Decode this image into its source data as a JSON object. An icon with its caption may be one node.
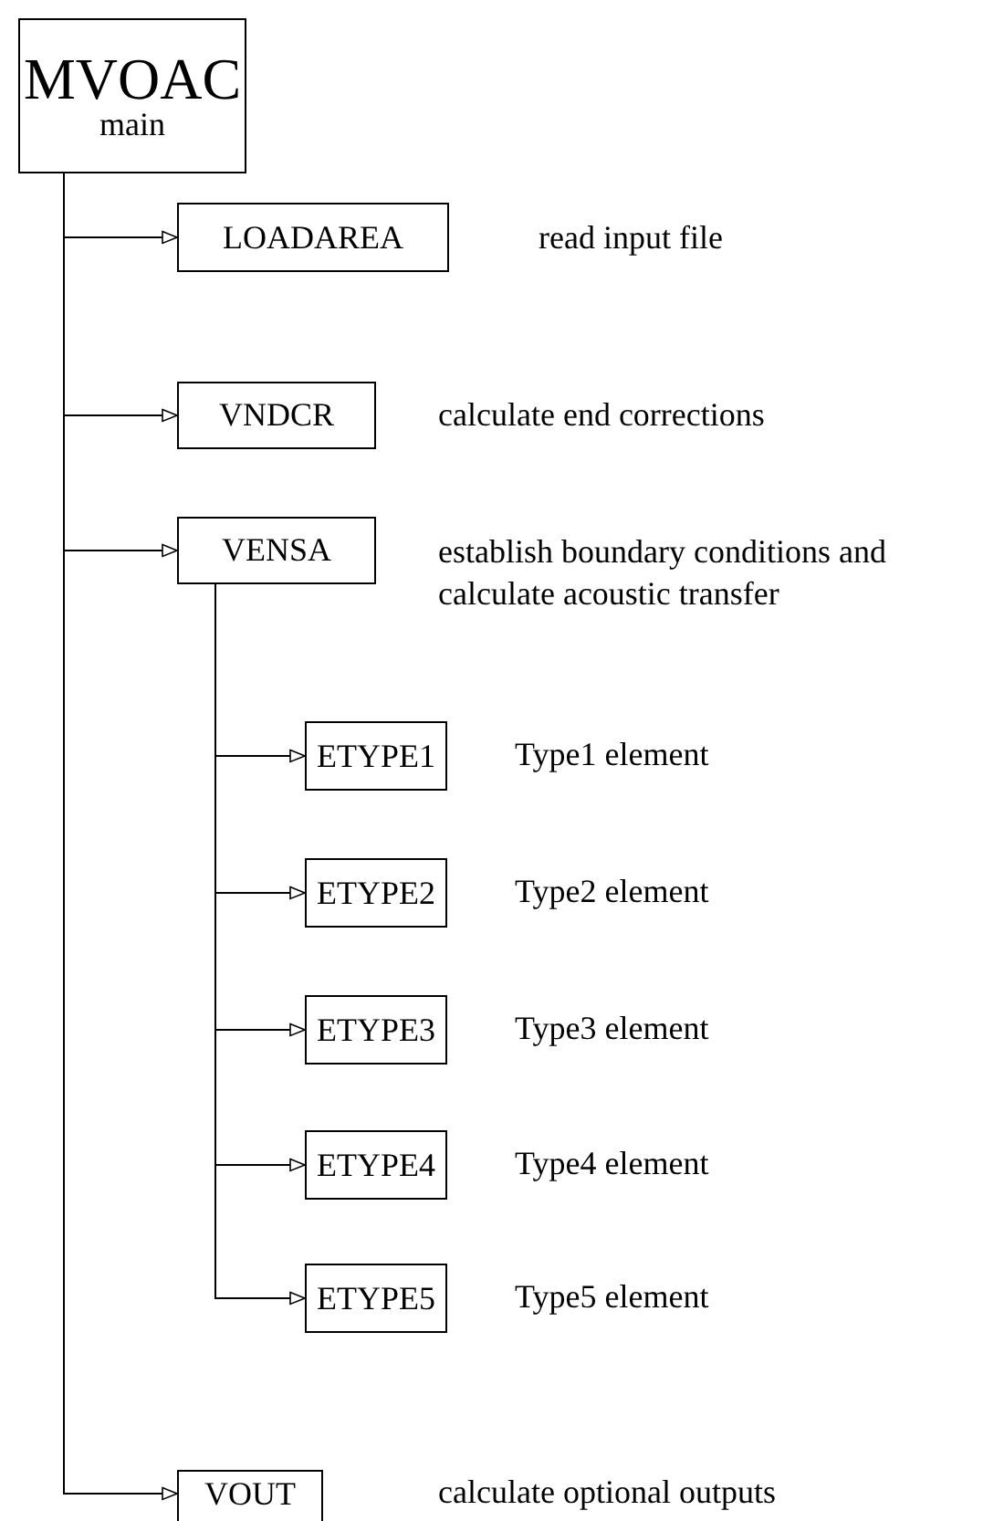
{
  "diagram": {
    "nodes": [
      {
        "text": [
          "MVOAC",
          "main"
        ]
      },
      {
        "text": [
          "LOADAREA"
        ],
        "beside": [
          "read input file"
        ]
      },
      {
        "text": [
          "VNDCR"
        ],
        "beside": [
          "calculate end corrections"
        ]
      },
      {
        "text": [
          "VENSA"
        ],
        "beside": [
          "establish boundary conditions and calculate acoustic transfer"
        ]
      },
      {
        "text": [
          "ETYPE1"
        ],
        "beside": [
          "Type1 element"
        ]
      },
      {
        "text": [
          "ETYPE2"
        ],
        "beside": [
          "Type2 element"
        ]
      },
      {
        "text": [
          "ETYPE3"
        ],
        "beside": [
          "Type3 element"
        ]
      },
      {
        "text": [
          "ETYPE4"
        ],
        "beside": [
          "Type4 element"
        ]
      },
      {
        "text": [
          "ETYPE5"
        ],
        "beside": [
          "Type5 element"
        ]
      },
      {
        "text": [
          "VOUT"
        ],
        "beside": [
          "calculate optional outputs"
        ]
      }
    ],
    "edges": [
      {
        "from": 0,
        "to": 1,
        "arrow": "to"
      },
      {
        "from": 0,
        "to": 2,
        "arrow": "to"
      },
      {
        "from": 0,
        "to": 3,
        "arrow": "to"
      },
      {
        "from": 3,
        "to": 4,
        "arrow": "to"
      },
      {
        "from": 3,
        "to": 5,
        "arrow": "to"
      },
      {
        "from": 3,
        "to": 6,
        "arrow": "to"
      },
      {
        "from": 3,
        "to": 7,
        "arrow": "to"
      },
      {
        "from": 3,
        "to": 8,
        "arrow": "to"
      },
      {
        "from": 0,
        "to": 9,
        "arrow": "to"
      }
    ]
  }
}
